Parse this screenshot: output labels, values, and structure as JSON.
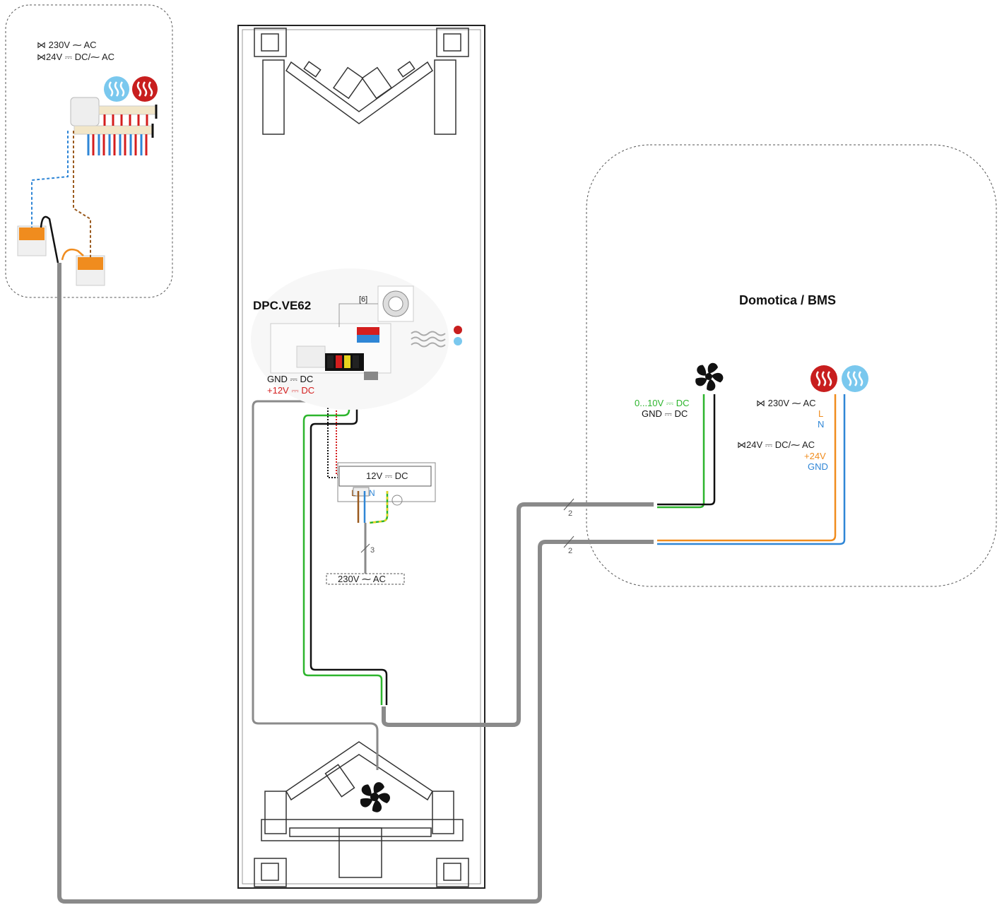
{
  "colors": {
    "cable": "#8a8a8a",
    "black": "#111111",
    "green": "#2db52d",
    "orange": "#f08c1e",
    "blue": "#2f86d6",
    "brown": "#9a5a1e",
    "red": "#d41e1e",
    "yellow": "#e6d21e",
    "dashed_border": "#555555",
    "heat_icon": "#c81e1e",
    "cool_icon": "#7ac8ee"
  },
  "left_box": {
    "line1": "230V ⁓ AC",
    "line2": "24V ⎓ DC/⁓ AC",
    "line1_parts": [
      "230V",
      "~",
      "AC"
    ],
    "line2_parts": [
      "24V",
      "⎓",
      "DC/~",
      "AC"
    ],
    "icons": [
      "cool-icon",
      "heat-icon",
      "manifold-icon",
      "valve-actuator-icon",
      "wago-connector-icon"
    ]
  },
  "unit": {
    "title": "DPC.VE62",
    "dip_label": "[6]",
    "gnd_label": "GND ⎓ DC",
    "v12_label": "+12V ⎓ DC",
    "psu_label": "12V ⎓ DC",
    "psu_L": "L",
    "psu_N": "N",
    "mains_label": "230V  ⁓  AC",
    "mains_cores": "3",
    "icons": [
      "fan-icon",
      "dip-switch-icon",
      "water-icon",
      "heat-icon",
      "cool-icon",
      "pcb-icon"
    ]
  },
  "bms": {
    "title": "Domotica / BMS",
    "fan_v_label": "0...10V  ⎓  DC",
    "fan_gnd_label": "GND  ⎓  DC",
    "ac_label": "230V  ⁓  AC",
    "L_label": "L",
    "N_label": "N",
    "dc_label": "24V ⎓ DC/⁓ AC",
    "v24_label": "+24V",
    "gnd_label": "GND",
    "cable1_cores": "2",
    "cable2_cores": "2",
    "icons": [
      "fan-icon",
      "heat-icon",
      "cool-icon"
    ]
  }
}
